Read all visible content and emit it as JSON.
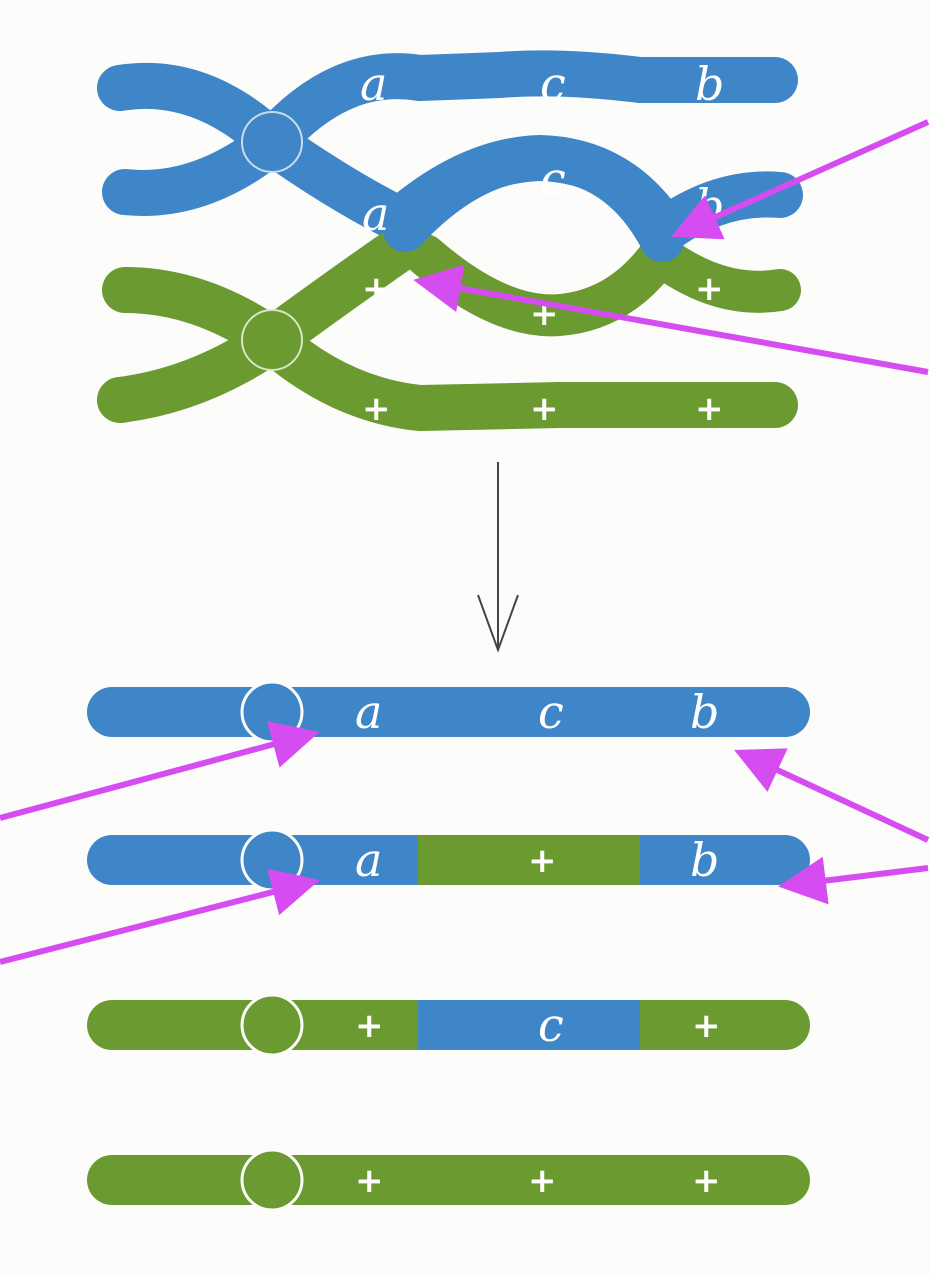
{
  "colors": {
    "background": "#fcfcfa",
    "maternal": "#3f86c9",
    "paternal": "#6a9a30",
    "arrow": "#d54cf0",
    "connector": "#444444",
    "outline": "#c9dcea"
  },
  "labels": {
    "gene_a": "a",
    "gene_b": "b",
    "gene_c": "c",
    "wild_type": "+"
  }
}
